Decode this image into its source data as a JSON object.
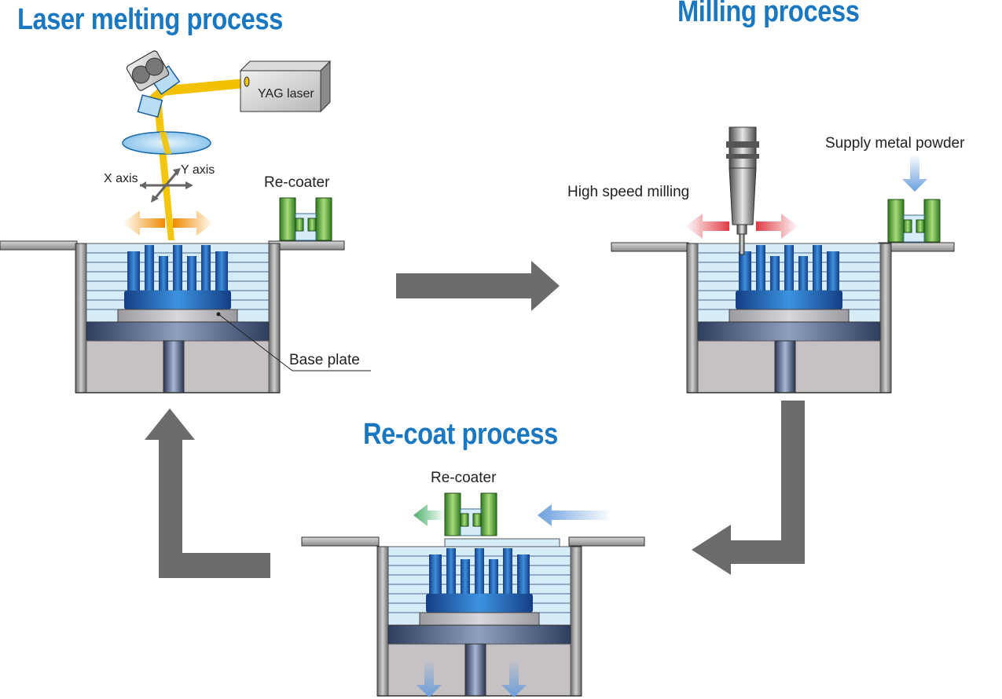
{
  "titles": {
    "laser": "Laser melting process",
    "milling": "Milling process",
    "recoat": "Re-coat process"
  },
  "labels": {
    "yag_laser": "YAG laser",
    "x_axis": "X axis",
    "y_axis": "Y axis",
    "recoater_top": "Re-coater",
    "base_plate": "Base plate",
    "supply_powder": "Supply metal powder",
    "high_speed_milling": "High speed milling",
    "recoater_bottom": "Re-coater"
  },
  "colors": {
    "title_blue": "#1a78c2",
    "powder": "#d6ecf8",
    "part_blue": "#1b5aa8",
    "laser_yellow": "#f2c200",
    "arrow_orange": "#f08a00",
    "arrow_red": "#e03c44",
    "arrow_green": "#4caf6a",
    "arrow_light_blue": "#6a9fdc",
    "process_arrow_gray": "#6b6b6b",
    "recoater_green": "#5aa832"
  }
}
